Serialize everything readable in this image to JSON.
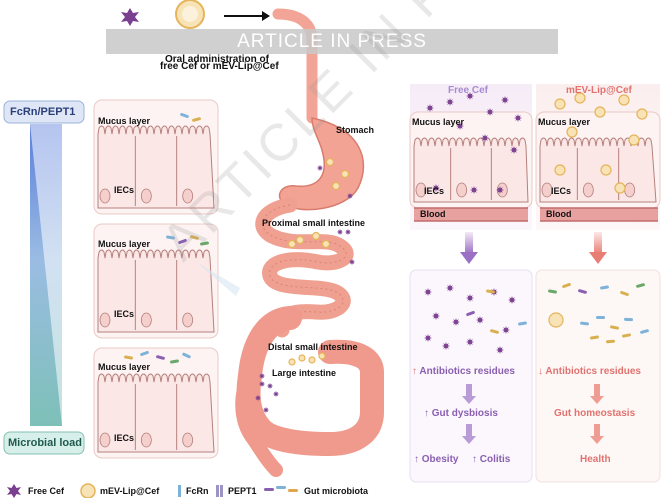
{
  "banner": "ARTICLE IN PRESS",
  "watermark": "ARTICLE IN PRESS",
  "header": {
    "admin_line1": "Oral administration of",
    "admin_line2": "free Cef or mEV-Lip@Cef"
  },
  "left": {
    "top_label": "FcRn/PEPT1",
    "bottom_label": "Microbial load",
    "panels": [
      {
        "mucus": "Mucus layer",
        "iecs": "IECs"
      },
      {
        "mucus": "Mucus layer",
        "iecs": "IECs"
      },
      {
        "mucus": "Mucus layer",
        "iecs": "IECs"
      }
    ]
  },
  "center": {
    "stomach": "Stomach",
    "proximal": "Proximal small intestine",
    "distal": "Distal small intestine",
    "large": "Large intestine"
  },
  "right": {
    "free_title": "Free Cef",
    "lip_title": "mEV-Lip@Cef",
    "mucus": "Mucus layer",
    "iecs": "IECs",
    "blood": "Blood",
    "free_outcomes": {
      "residues": "Antibiotics residues",
      "dysbiosis": "Gut dysbiosis",
      "obesity": "Obesity",
      "colitis": "Colitis"
    },
    "lip_outcomes": {
      "residues": "Antibiotics residues",
      "homeostasis": "Gut homeostasis",
      "health": "Health"
    }
  },
  "legend": {
    "free_cef": "Free Cef",
    "lip": "mEV-Lip@Cef",
    "fcrn": "FcRn",
    "pept1": "PEPT1",
    "microbiota": "Gut microbiota"
  },
  "colors": {
    "villi_fill": "#fbe7e6",
    "villi_stroke": "#b5807d",
    "gut": "#ef9a8c",
    "star": "#7b3f8f",
    "blood": "#d98a8a",
    "accent_red": "#e0736f",
    "accent_purple": "#8a5fb0"
  },
  "icons": [
    "star-icon",
    "liposome-icon",
    "fcrn-icon",
    "pept1-icon",
    "bacteria-icon",
    "arrow-icon"
  ]
}
